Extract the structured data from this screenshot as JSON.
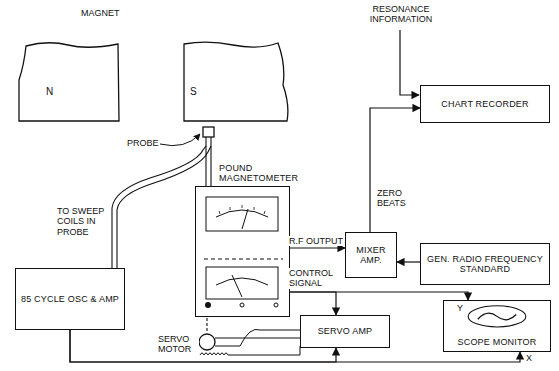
{
  "diagram": {
    "nodes": [
      {
        "text": [
          "N"
        ]
      },
      {
        "text": [
          "S"
        ]
      },
      {
        "text": [
          "POUND MAGNETOMETER"
        ]
      },
      {
        "text": [
          "MIXER AMP."
        ]
      },
      {
        "text": [
          "CHART RECORDER"
        ]
      },
      {
        "text": [
          "GEN. RADIO FREQUENCY STANDARD"
        ]
      },
      {
        "text": [
          "85 CYCLE OSC & AMP"
        ]
      },
      {
        "text": [
          "SERVO AMP"
        ]
      },
      {
        "text": [
          "SCOPE MONITOR"
        ]
      }
    ],
    "edges": [
      {
        "from": 2,
        "to": 3,
        "arrow": "to",
        "label": "R.F OUTPUT"
      },
      {
        "from": 5,
        "to": 3,
        "arrow": "to"
      },
      {
        "from": 3,
        "to": 4,
        "arrow": "to",
        "label": "ZERO BEATS"
      },
      {
        "from": 2,
        "to": 7,
        "arrow": "to",
        "label": "CONTROL SIGNAL"
      },
      {
        "from": 2,
        "to": 8,
        "arrow": "to"
      },
      {
        "from": 6,
        "to": 7,
        "arrow": "to"
      },
      {
        "from": 6,
        "to": 8,
        "arrow": "to"
      }
    ],
    "labels": [
      "MAGNET",
      "PROBE",
      "TO SWEEP COILS IN PROBE",
      "RESONANCE INFORMATION",
      "SERVO MOTOR",
      "Y",
      "X"
    ]
  }
}
